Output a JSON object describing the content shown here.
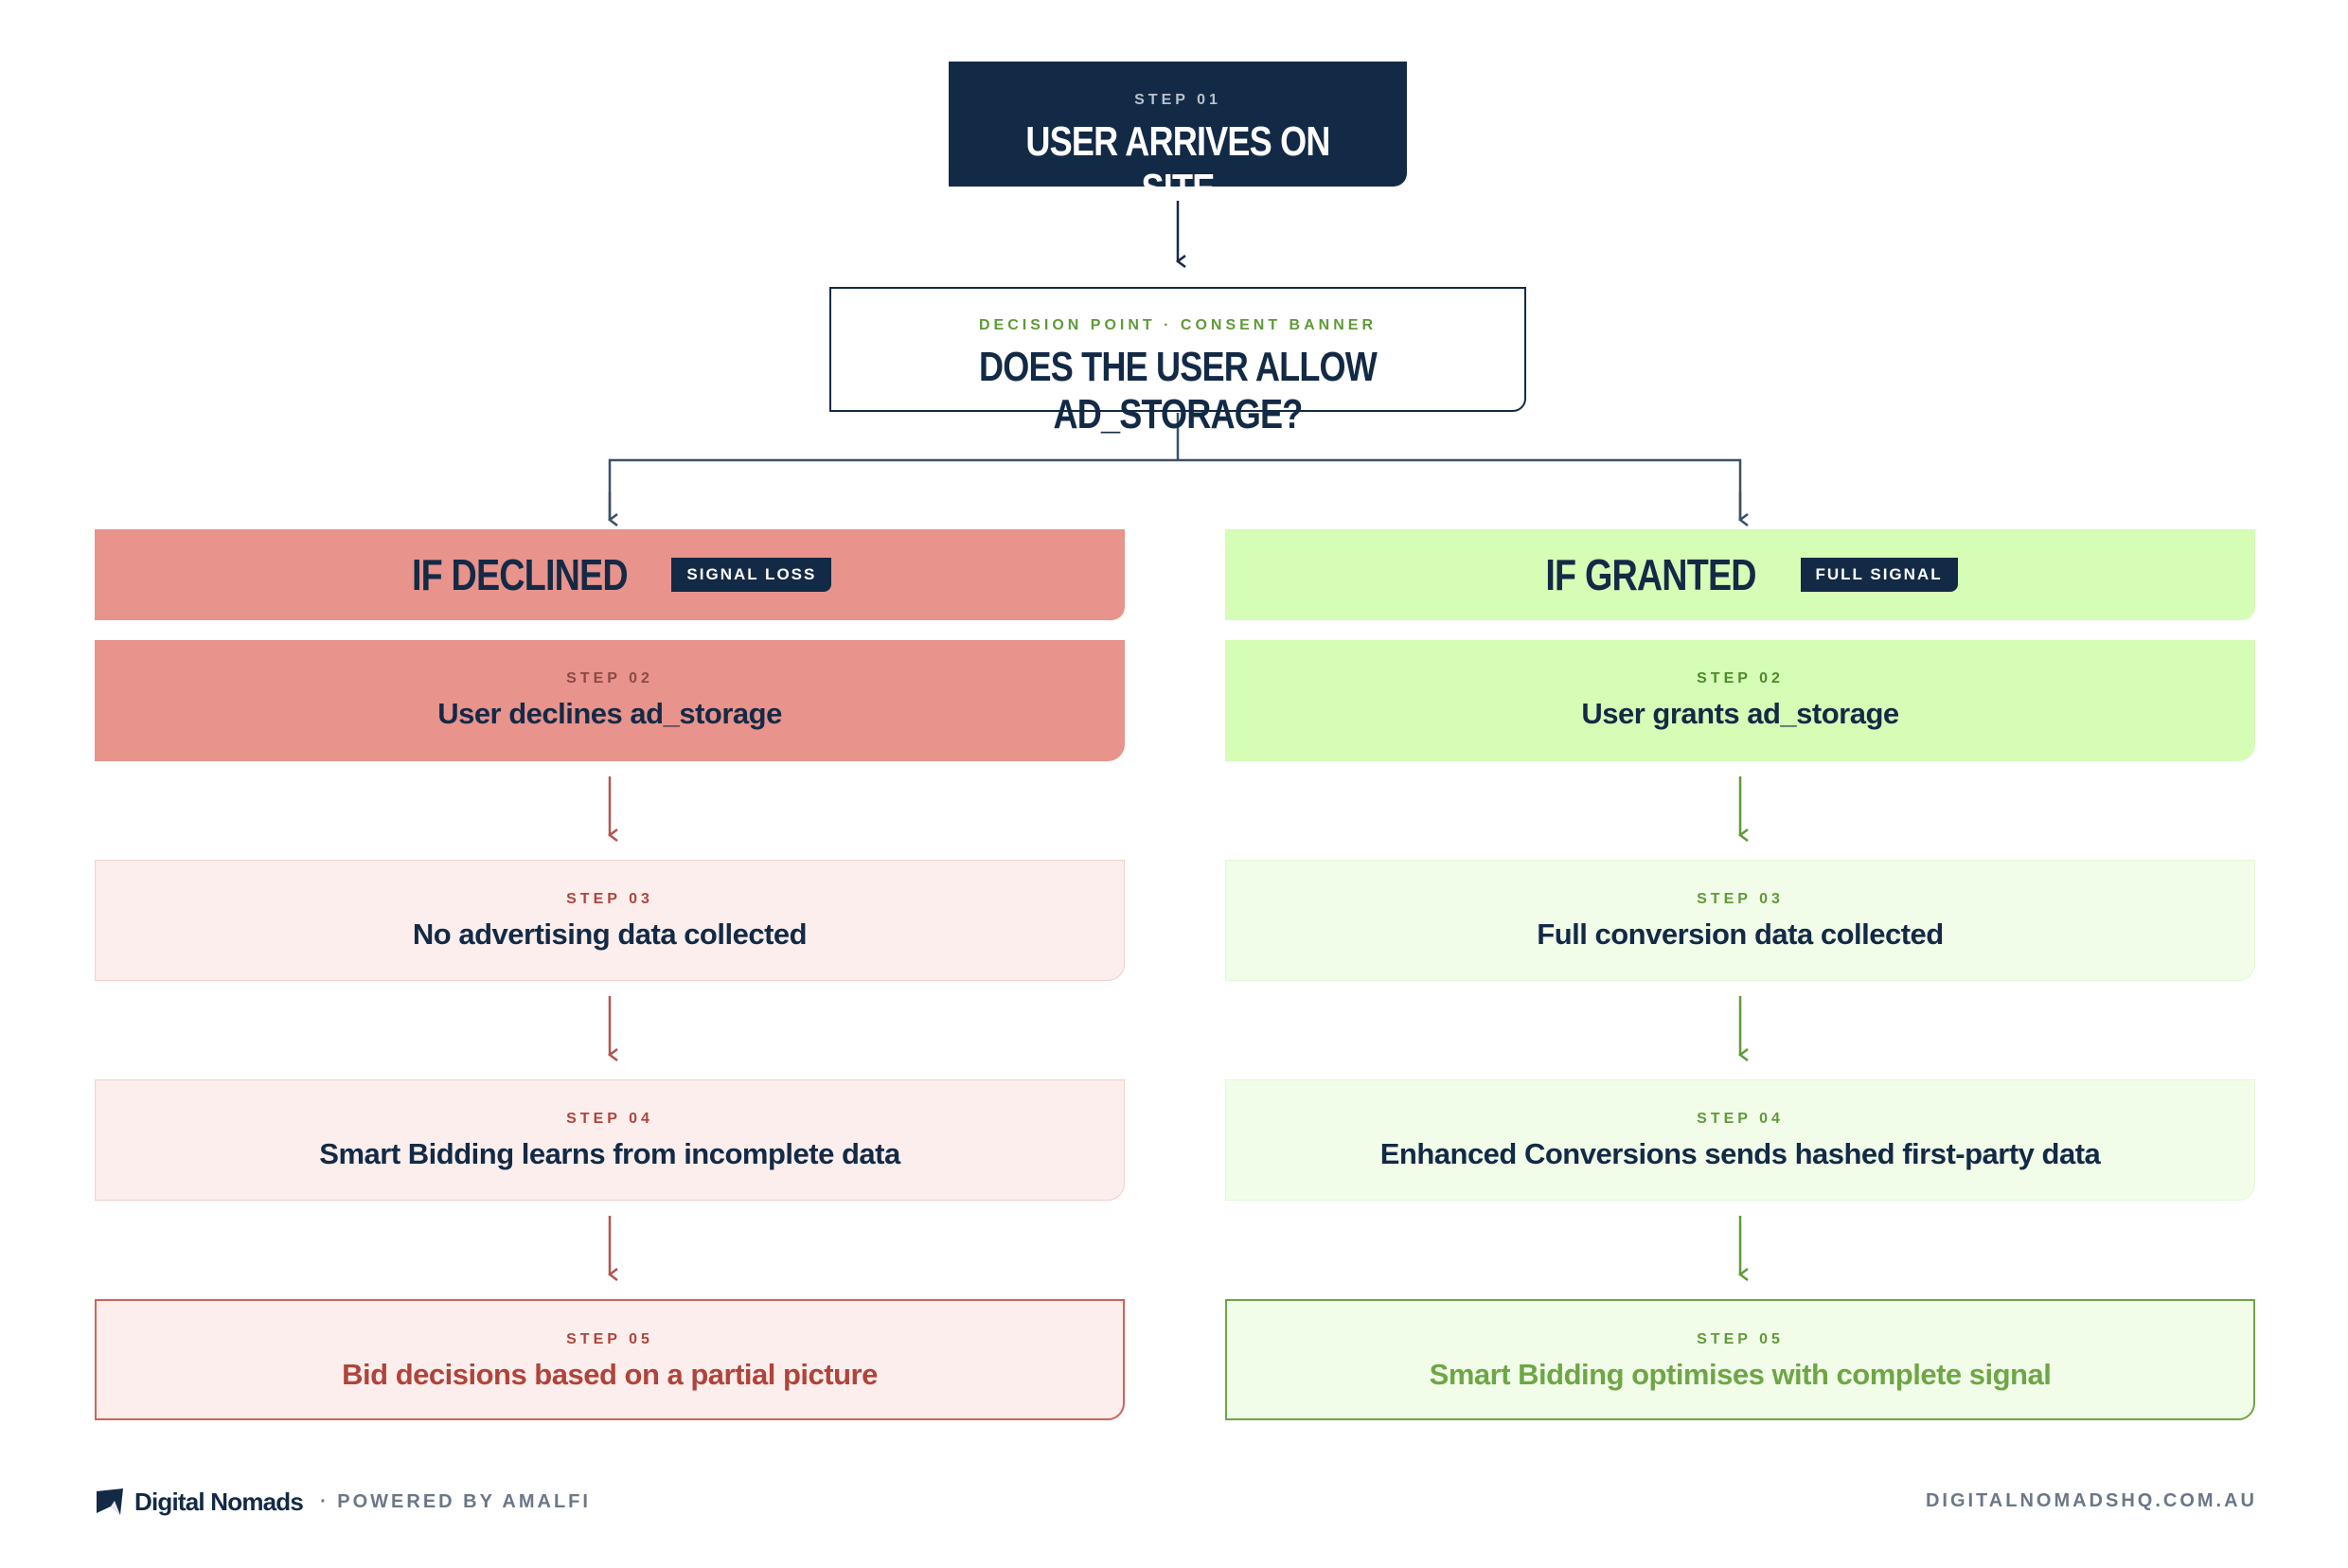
{
  "colors": {
    "navy": "#132a46",
    "declined_strong": "#e8938b",
    "declined_light": "#fbeeec",
    "declined_accent": "#b0433b",
    "granted_strong": "#d5fdb6",
    "granted_light": "#f2fde9",
    "granted_accent": "#6ea646"
  },
  "top": {
    "step_label": "STEP 01",
    "title": "USER ARRIVES ON SITE"
  },
  "decision": {
    "label": "DECISION POINT · CONSENT BANNER",
    "title": "DOES THE USER ALLOW AD_STORAGE?"
  },
  "left": {
    "heading": "IF DECLINED",
    "badge": "SIGNAL LOSS",
    "steps": [
      {
        "label": "STEP 02",
        "text": "User declines ad_storage"
      },
      {
        "label": "STEP 03",
        "text": "No advertising data collected"
      },
      {
        "label": "STEP 04",
        "text": "Smart Bidding learns from incomplete data"
      },
      {
        "label": "STEP 05",
        "text": "Bid decisions based on a partial picture"
      }
    ]
  },
  "right": {
    "heading": "IF GRANTED",
    "badge": "FULL SIGNAL",
    "steps": [
      {
        "label": "STEP 02",
        "text": "User grants ad_storage"
      },
      {
        "label": "STEP 03",
        "text": "Full conversion data collected"
      },
      {
        "label": "STEP 04",
        "text": "Enhanced Conversions sends hashed first-party data"
      },
      {
        "label": "STEP 05",
        "text": "Smart Bidding optimises with complete signal"
      }
    ]
  },
  "footer": {
    "brand": "Digital Nomads",
    "powered": "· POWERED BY AMALFI",
    "url": "DIGITALNOMADSHQ.COM.AU",
    "logo_icon": "digital-nomads-logo-icon"
  }
}
